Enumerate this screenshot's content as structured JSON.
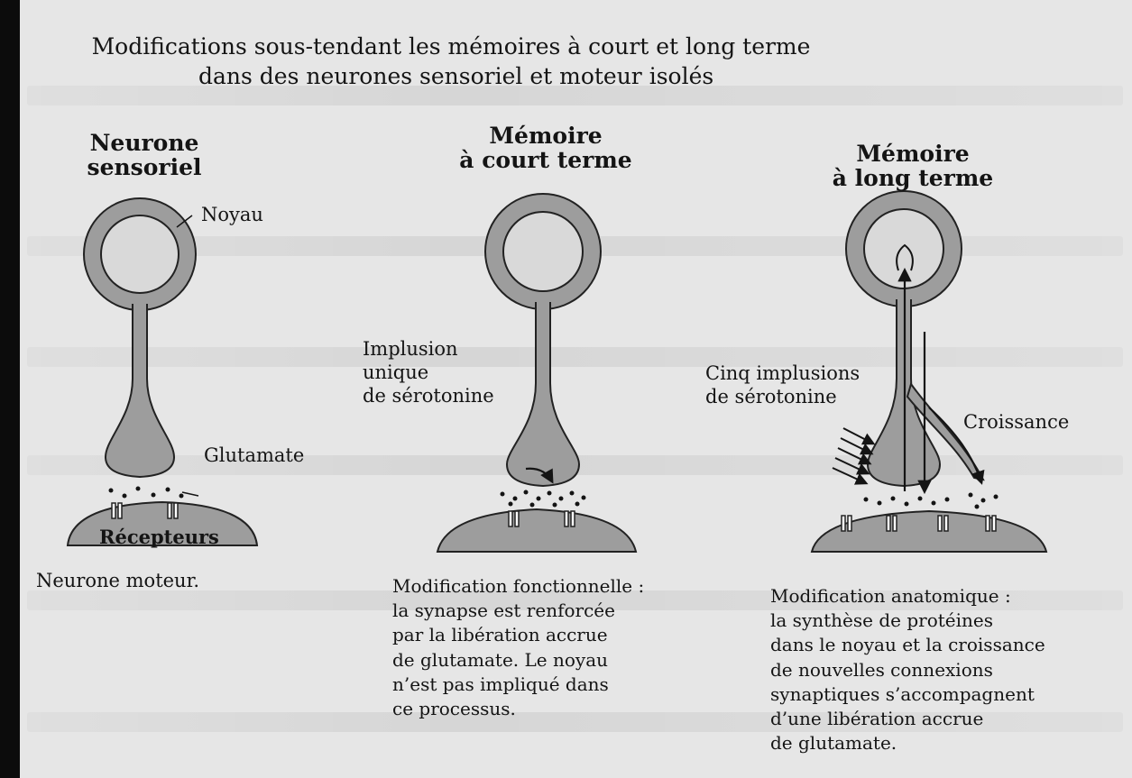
{
  "figure": {
    "title_line1": "Modifications sous-tendant les mémoires à court et long terme",
    "title_line2": "dans des neurones sensoriel et moteur isolés"
  },
  "panels": {
    "sensory": {
      "heading": "Neurone\nsensoriel",
      "nucleus_label": "Noyau",
      "transmitter_label": "Glutamate",
      "receptor_label": "Récepteurs",
      "target_label": "Neurone moteur."
    },
    "short_term": {
      "heading": "Mémoire\nà court terme",
      "stimulus_label": "Implusion\nunique\nde sérotonine",
      "caption": "Modification fonctionnelle :\nla synapse est renforcée\npar la libération accrue\nde glutamate. Le noyau\nn’est pas impliqué dans\nce processus."
    },
    "long_term": {
      "heading": "Mémoire\nà long terme",
      "stimulus_label": "Cinq implusions\nde sérotonine",
      "growth_label": "Croissance",
      "caption": "Modification anatomique :\nla synthèse de protéines\ndans le noyau et la croissance\nde nouvelles connexions\nsynaptiques s’accompagnent\nd’une libération accrue\nde glutamate."
    }
  },
  "colors": {
    "neuron_fill": "#9d9d9d",
    "neuron_outline": "#222222",
    "nucleus_fill": "#d9d9d9",
    "ink": "#141414",
    "background": "#e6e6e6"
  }
}
